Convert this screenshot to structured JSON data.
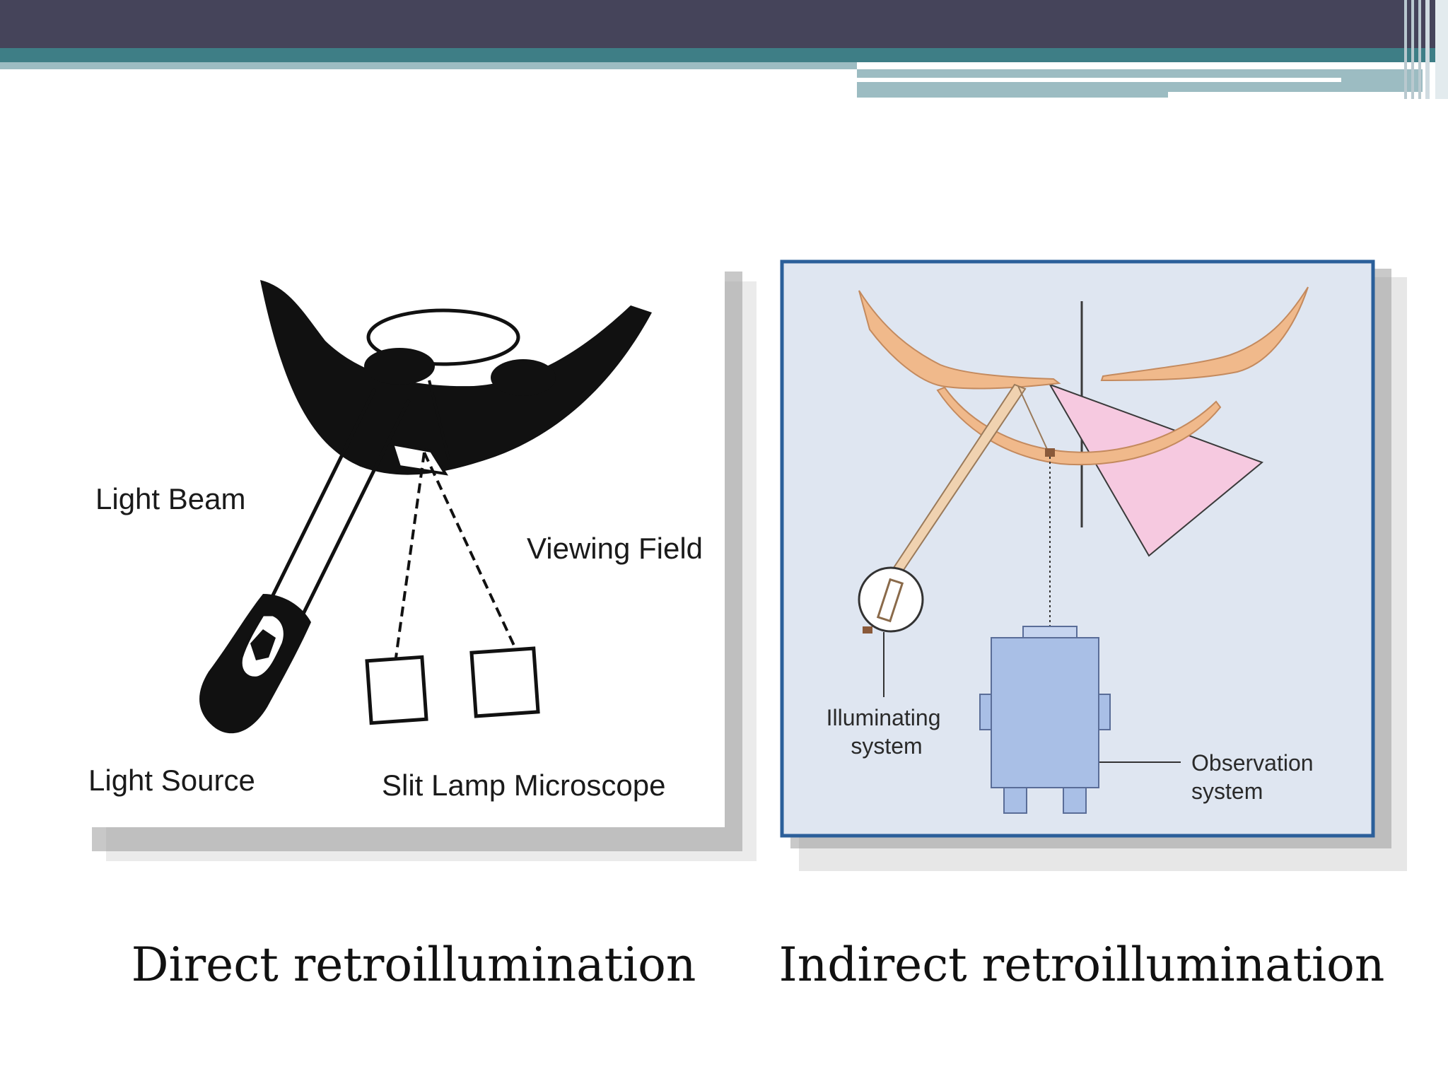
{
  "slide": {
    "colors": {
      "header_dark": "#45445a",
      "header_teal": "#3e7e86",
      "header_light": "#9cbcc2",
      "frame_blue": "#2b5f9a",
      "panel_blue_bg": "#dfe6f1",
      "sclera_tan": "#f0b98b",
      "viewing_pink": "#f6c9e0",
      "housing_blue": "#a9bfe6"
    },
    "left_diagram": {
      "labels": {
        "light_beam": "Light Beam",
        "viewing_field": "Viewing Field",
        "light_source": "Light Source",
        "slit_lamp_microscope": "Slit Lamp Microscope"
      },
      "caption": "Direct retroillumination"
    },
    "right_diagram": {
      "labels": {
        "illuminating_line1": "Illuminating",
        "illuminating_line2": "system",
        "observation_line1": "Observation",
        "observation_line2": "system"
      },
      "caption": "Indirect retroillumination"
    }
  }
}
